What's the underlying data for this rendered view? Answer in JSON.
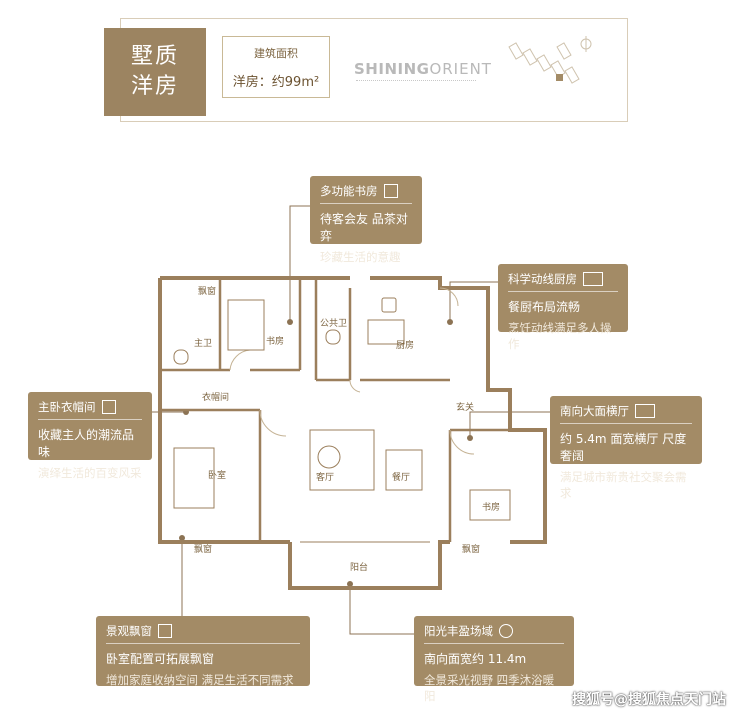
{
  "header": {
    "type_line1": "墅质",
    "type_line2": "洋房",
    "area_label": "建筑面积",
    "area_value": "洋房：约99m²",
    "brand_bold": "SHINING",
    "brand_light": "ORIENT"
  },
  "callouts": {
    "study": {
      "title": "多功能书房",
      "line1": "待客会友 品茶对弈",
      "line2": "珍藏生活的意趣"
    },
    "kitchen": {
      "title": "科学动线厨房",
      "line1": "餐厨布局流畅",
      "line2": "烹饪动线满足多人操作"
    },
    "wardrobe": {
      "title": "主卧衣帽间",
      "line1": "收藏主人的潮流品味",
      "line2": "演绎生活的百变风采"
    },
    "living": {
      "title": "南向大面横厅",
      "line1": "约 5.4m 面宽横厅 尺度奢阔",
      "line2": "满足城市新贵社交聚会需求"
    },
    "bay": {
      "title": "景观飘窗",
      "line1": "卧室配置可拓展飘窗",
      "line2": "增加家庭收纳空间 满足生活不同需求"
    },
    "balcony": {
      "title": "阳光丰盈场域",
      "line1": "南向面宽约 11.4m",
      "line2": "全景采光视野 四季沐浴暖阳"
    }
  },
  "rooms": {
    "bay_top": "飘窗",
    "study_n": "书房",
    "master_bath": "主卫",
    "public_bath": "公共卫",
    "kitchen": "厨房",
    "wardrobe": "衣帽间",
    "entry": "玄关",
    "bedroom": "卧室",
    "living": "客厅",
    "dining": "餐厅",
    "study_s": "书房",
    "bay_bl": "飘窗",
    "bay_br": "飘窗",
    "balcony": "阳台"
  },
  "watermark": "搜狐号@搜狐焦点天门站",
  "colors": {
    "accent": "#a38b66",
    "dark_block": "#9c8461",
    "wall": "#9b7f5c"
  }
}
